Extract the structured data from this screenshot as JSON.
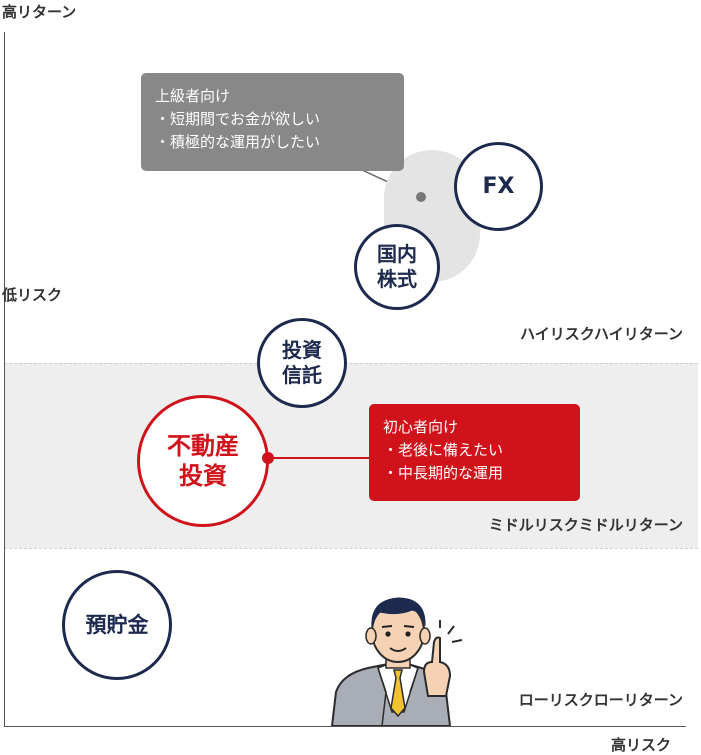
{
  "axes": {
    "high_return": "高リターン",
    "low_risk": "低リスク",
    "high_risk": "高リスク"
  },
  "zones": {
    "high": "ハイリスクハイリターン",
    "middle": "ミドルリスクミドルリターン",
    "low": "ローリスクローリターン"
  },
  "products": {
    "fx": "FX",
    "domestic_stocks": [
      "国内",
      "株式"
    ],
    "investment_trust": [
      "投資",
      "信託"
    ],
    "real_estate": [
      "不動産",
      "投資"
    ],
    "savings": "預貯金"
  },
  "callouts": {
    "advanced": {
      "title": "上級者向け",
      "items": [
        "・短期間でお金が欲しい",
        "・積極的な運用がしたい"
      ]
    },
    "beginner": {
      "title": "初心者向け",
      "items": [
        "・老後に備えたい",
        "・中長期的な運用"
      ]
    }
  },
  "colors": {
    "navy": "#1d2a4e",
    "red": "#d0121b",
    "gray_callout": "#888888",
    "middle_band": "#eeeeee"
  }
}
